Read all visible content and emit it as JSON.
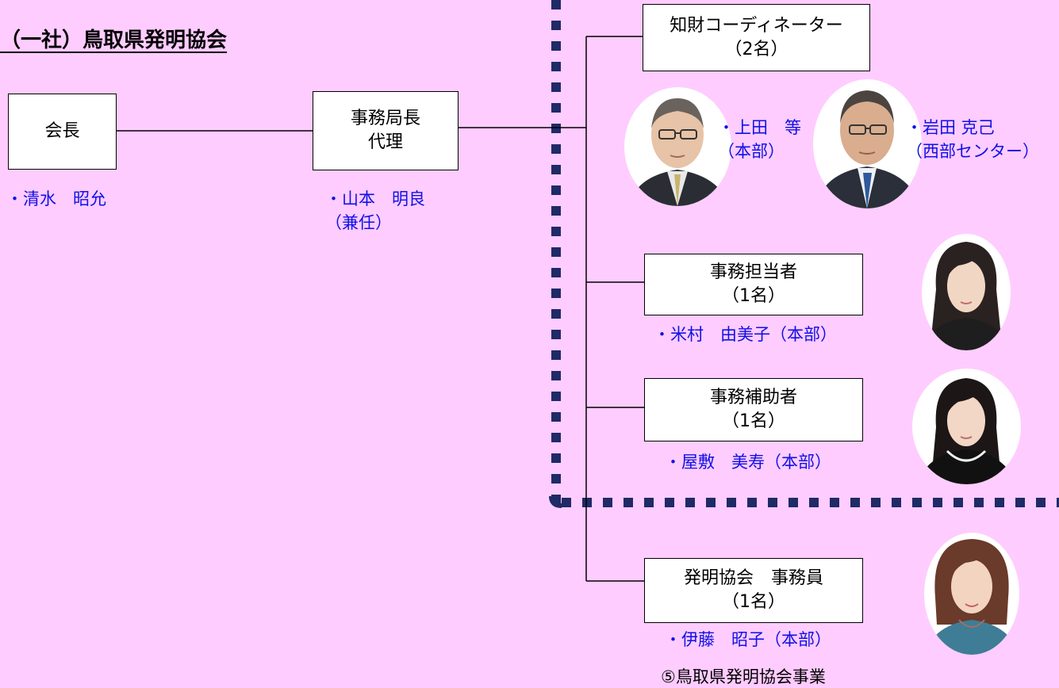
{
  "title": "（一社）鳥取県発明協会",
  "nodes": {
    "chairman": {
      "label": "会長",
      "members": [
        "・清水　昭允"
      ]
    },
    "deputy": {
      "label_line1": "事務局長",
      "label_line2": "代理",
      "members": [
        "・山本　明良",
        "（兼任）"
      ]
    },
    "ip_coordinator": {
      "label_line1": "知財コーディネーター",
      "label_line2": "（2名）",
      "member1": [
        "・上田　等",
        "（本部）"
      ],
      "member2": [
        "・岩田 克己",
        "（西部センター）"
      ]
    },
    "staff": {
      "label_line1": "事務担当者",
      "label_line2": "（1名）",
      "members": [
        "・米村　由美子（本部）"
      ]
    },
    "assistant": {
      "label_line1": "事務補助者",
      "label_line2": "（1名）",
      "members": [
        "・屋敷　美寿（本部）"
      ]
    },
    "association_clerk": {
      "label_line1": "発明協会　事務員",
      "label_line2": "（1名）",
      "members": [
        "・伊藤　昭子（本部）"
      ]
    }
  },
  "footer": "⑤鳥取県発明協会事業",
  "colors": {
    "background": "#ffccff",
    "name_text": "#1010e6",
    "dotted_border": "#1f2a66"
  }
}
